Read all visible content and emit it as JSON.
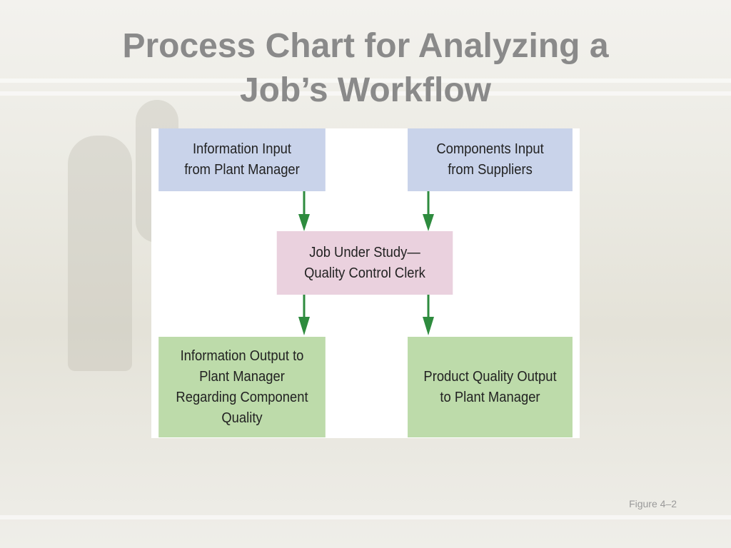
{
  "slide": {
    "title": "Process Chart for Analyzing a\nJob’s Workflow",
    "figure_label": "Figure 4–2"
  },
  "diagram": {
    "boxes": {
      "info_input": "Information Input\nfrom  Plant Manager",
      "components_input": "Components Input\nfrom Suppliers",
      "job_under_study": "Job Under Study—\nQuality Control Clerk",
      "info_output": "Information Output to\nPlant Manager\nRegarding Component\nQuality",
      "product_output": "Product Quality Output\nto Plant Manager"
    },
    "colors": {
      "input_box": "#c9d3ea",
      "job_box": "#ead1de",
      "output_box": "#bddbaa",
      "arrow": "#2e8b3e",
      "title": "#8a8a8a"
    }
  }
}
